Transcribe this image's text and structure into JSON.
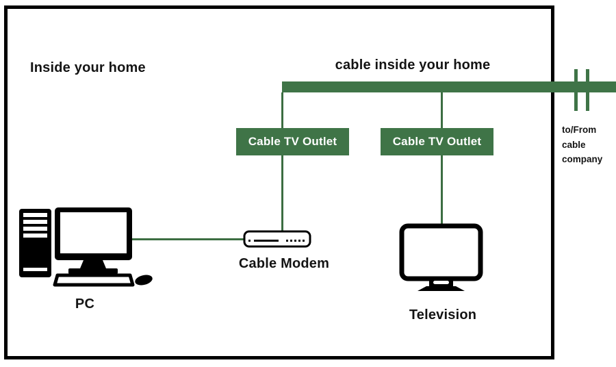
{
  "diagram": {
    "type": "home-cable-network-diagram",
    "region_labels": {
      "inside_home": "Inside your home",
      "cable_inside_home": "cable inside your home"
    },
    "external_note": {
      "line1": "to/From",
      "line2": "cable",
      "line3": "company"
    },
    "nodes": {
      "outlet_left": {
        "label": "Cable TV Outlet",
        "icon": "cable-tv-outlet-box"
      },
      "outlet_right": {
        "label": "Cable TV Outlet",
        "icon": "cable-tv-outlet-box"
      },
      "cable_modem": {
        "label": "Cable Modem",
        "icon": "cable-modem-icon"
      },
      "pc": {
        "label": "PC",
        "icon": "pc-icon"
      },
      "television": {
        "label": "Television",
        "icon": "television-icon"
      }
    },
    "connections": [
      {
        "from": "cable_company_outside",
        "to": "home_cable_bar"
      },
      {
        "from": "home_cable_bar",
        "to": "outlet_left"
      },
      {
        "from": "home_cable_bar",
        "to": "outlet_right"
      },
      {
        "from": "outlet_left",
        "to": "cable_modem"
      },
      {
        "from": "cable_modem",
        "to": "pc"
      },
      {
        "from": "outlet_right",
        "to": "television"
      }
    ],
    "colors": {
      "cable_green": "#3F7447",
      "line_green": "#3C6E42",
      "outline_black": "#000000",
      "label_text": "#141414",
      "outlet_text": "#FFFFFF"
    }
  }
}
